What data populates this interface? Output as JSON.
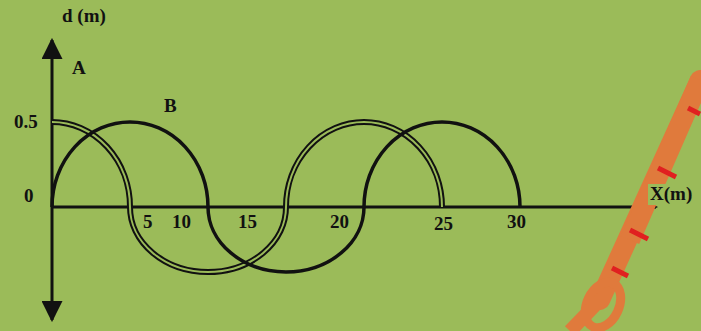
{
  "diagram": {
    "labels": [
      "d (m)",
      "A",
      "B",
      "0.5",
      "0",
      "5",
      "10",
      "15",
      "20",
      "25",
      "30",
      "X(m)"
    ]
  }
}
